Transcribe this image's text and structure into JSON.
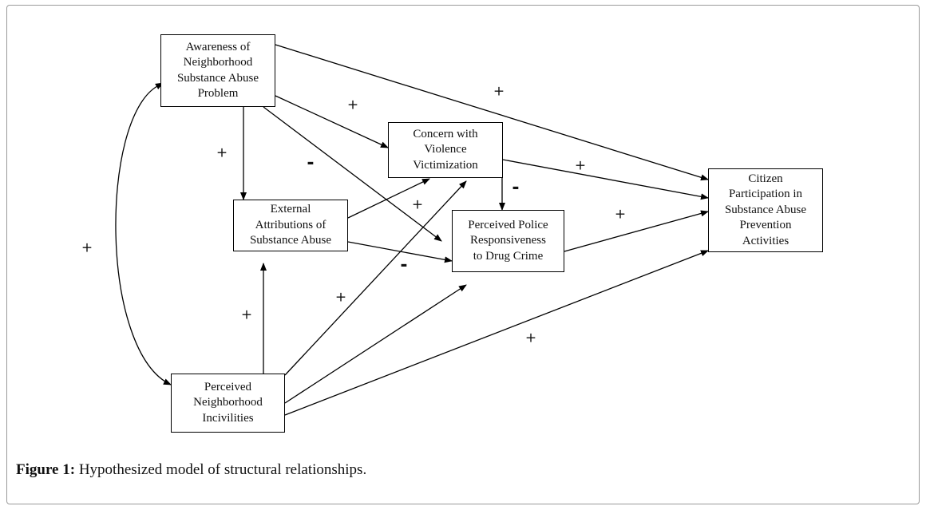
{
  "nodes": {
    "awareness": "Awareness of\nNeighborhood\nSubstance Abuse\nProblem",
    "concern": "Concern with\nViolence\nVictimization",
    "external": "External\nAttributions of\nSubstance Abuse",
    "police": "Perceived Police\nResponsiveness\nto Drug Crime",
    "citizen": "Citizen\nParticipation in\nSubstance Abuse\nPrevention\nActivities",
    "incivilities": "Perceived\nNeighborhood\nIncivilities"
  },
  "signs": {
    "aw_citizen": "+",
    "aw_concern": "+",
    "aw_external": "+",
    "aw_police": "-",
    "concern_citizen": "+",
    "concern_police": "-",
    "police_citizen": "+",
    "ext_concern": "+",
    "ext_police": "-",
    "inc_concern": "+",
    "inc_external": "+",
    "inc_citizen": "+",
    "inc_aw": "+"
  },
  "caption": {
    "label": "Figure 1:",
    "text": " Hypothesized model of structural relationships."
  }
}
